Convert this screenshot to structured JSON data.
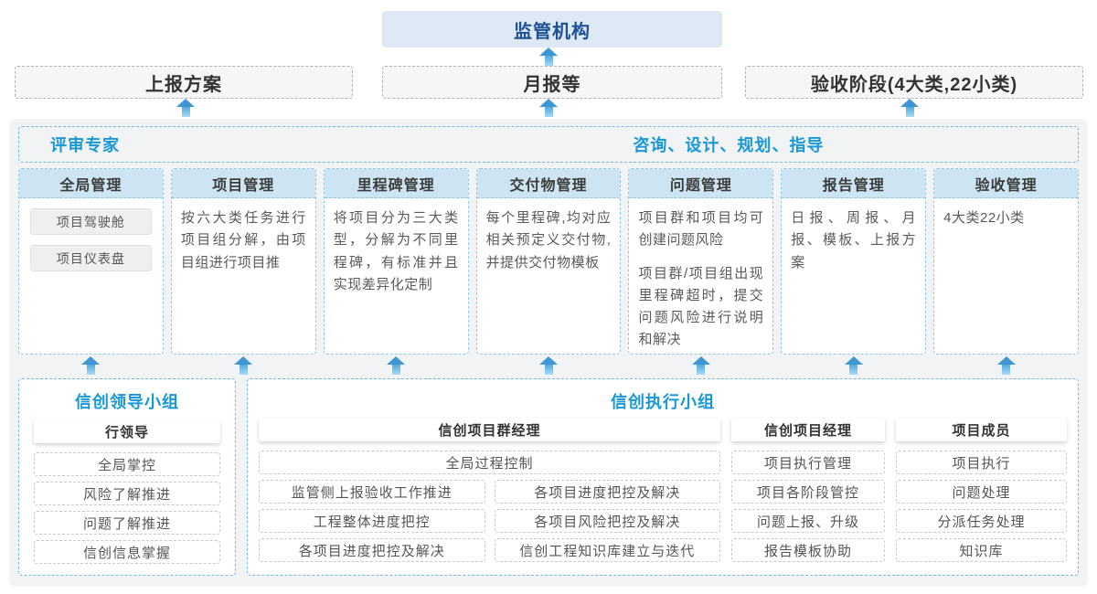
{
  "colors": {
    "accent_blue": "#1899d6",
    "navy": "#1d5193",
    "regulator_bg": "#dfe9f6",
    "panel_bg": "#f1f3f4",
    "column_header_bg": "#cde4f2",
    "dashed_blue_border": "#6fb9e4",
    "arrow_blue": "#3e97d2"
  },
  "top": {
    "regulator": "监管机构",
    "channels": [
      {
        "label": "上报方案"
      },
      {
        "label": "月报等"
      },
      {
        "label": "验收阶段(4大类,22小类)"
      }
    ]
  },
  "panel": {
    "experts_label": "评审专家",
    "consult_label": "咨询、设计、规划、指导",
    "columns": [
      {
        "title": "全局管理",
        "pills": [
          "项目驾驶舱",
          "项目仪表盘"
        ]
      },
      {
        "title": "项目管理",
        "paragraphs": [
          "按六大类任务进行项目组分解，由项目组进行项目推"
        ]
      },
      {
        "title": "里程碑管理",
        "paragraphs": [
          "将项目分为三大类型，分解为不同里程碑，有标准并且实现差异化定制"
        ]
      },
      {
        "title": "交付物管理",
        "paragraphs": [
          "每个里程碑,均对应相关预定义交付物,并提供交付物模板"
        ]
      },
      {
        "title": "问题管理",
        "paragraphs": [
          "项目群和项目均可创建问题风险",
          "项目群/项目组出现里程碑超时，提交问题风险进行说明和解决"
        ]
      },
      {
        "title": "报告管理",
        "paragraphs": [
          "日报、周报、月报、模板、上报方案"
        ]
      },
      {
        "title": "验收管理",
        "paragraphs": [
          "4大类22小类"
        ]
      }
    ]
  },
  "bottom": {
    "leader_group": {
      "title": "信创领导小组",
      "role": "行领导",
      "items": [
        "全局掌控",
        "风险了解推进",
        "问题了解推进",
        "信创信息掌握"
      ]
    },
    "exec_group": {
      "title": "信创执行小组",
      "pm_group": {
        "role": "信创项目群经理",
        "full_item": "全局过程控制",
        "left_items": [
          "监管侧上报验收工作推进",
          "工程整体进度把控",
          "各项目进度把控及解决"
        ],
        "right_items": [
          "各项目进度把控及解决",
          "各项目风险把控及解决",
          "信创工程知识库建立与迭代"
        ]
      },
      "project_manager": {
        "role": "信创项目经理",
        "items": [
          "项目执行管理",
          "项目各阶段管控",
          "问题上报、升级",
          "报告模板协助"
        ]
      },
      "members": {
        "role": "项目成员",
        "items": [
          "项目执行",
          "问题处理",
          "分派任务处理",
          "知识库"
        ]
      }
    }
  }
}
